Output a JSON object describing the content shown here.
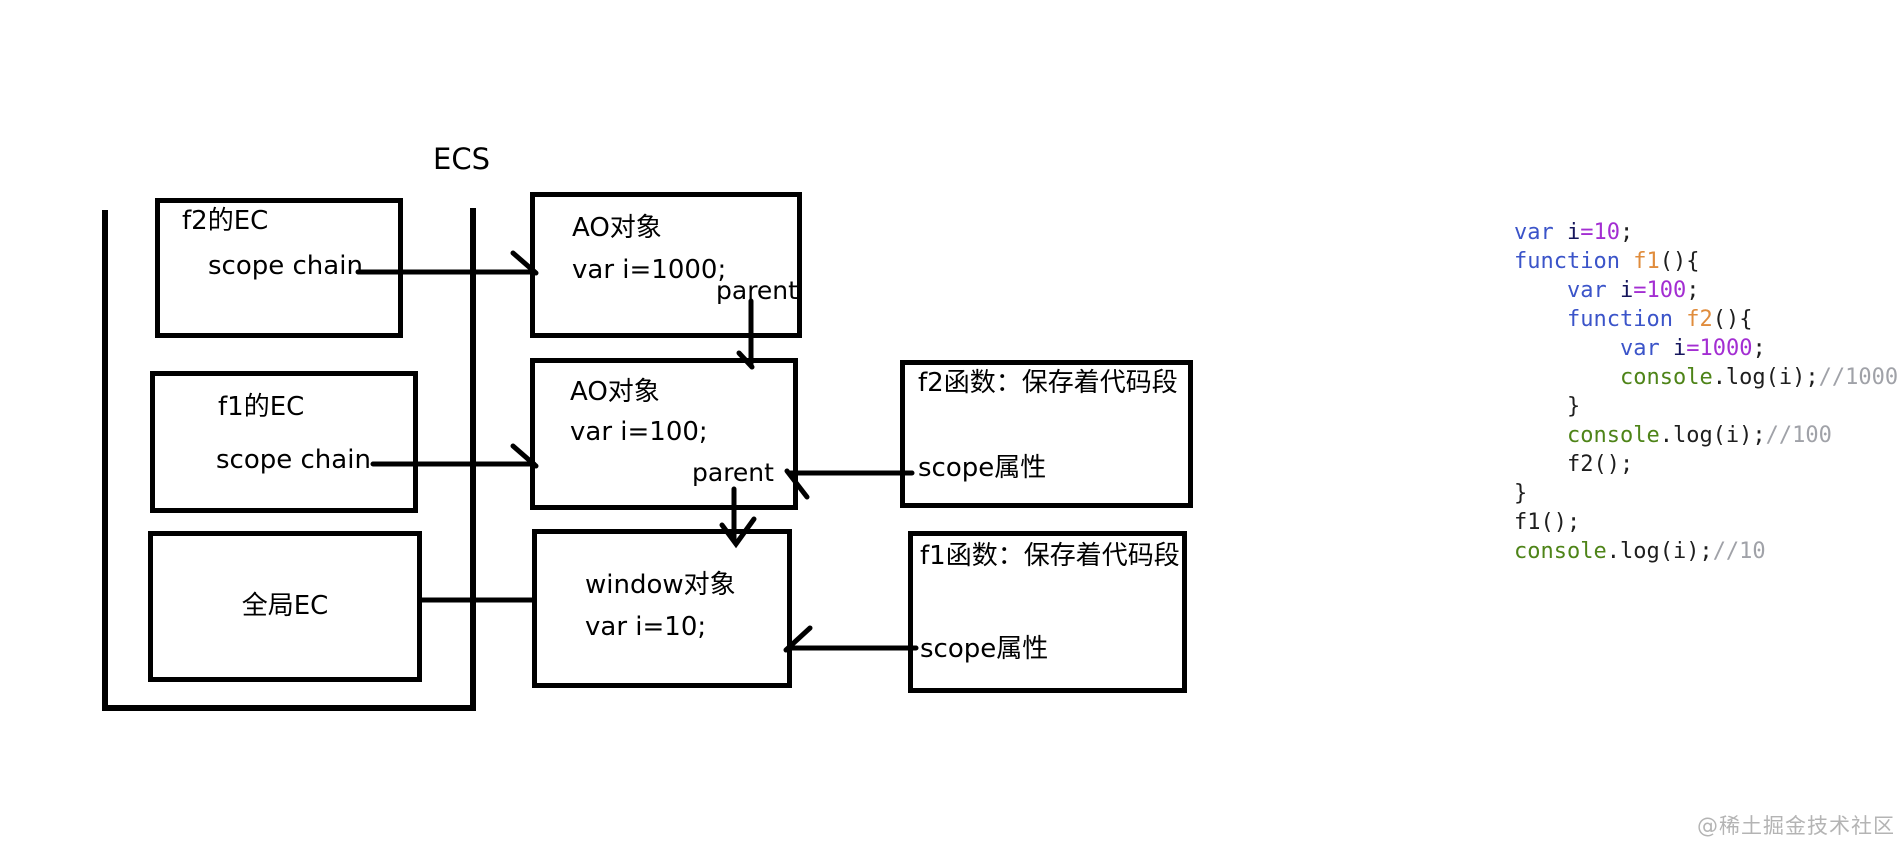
{
  "colors": {
    "keyword": "#3b54c9",
    "function_name": "#e08c3c",
    "number": "#a32ed2",
    "variable": "#16165c",
    "plain": "#1e1e1e",
    "comment": "#a0a2a8",
    "console_name": "#4e8418",
    "watermark": "#b4b4b4",
    "ink": "#000000"
  },
  "diagram": {
    "ecs_label": "ECS",
    "ec_stack": [
      {
        "title": "f2的EC",
        "sub": "scope chain"
      },
      {
        "title": "f1的EC",
        "sub": "scope chain"
      },
      {
        "title": "全局EC"
      }
    ],
    "objects": [
      {
        "title": "AO对象",
        "code": "var i=1000;",
        "parent": "parent"
      },
      {
        "title": "AO对象",
        "code": "var i=100;",
        "parent": "parent"
      },
      {
        "title": "window对象",
        "code": "var i=10;"
      }
    ],
    "functions": [
      {
        "title": "f2函数：保存着代码段",
        "sub": "scope属性"
      },
      {
        "title": "f1函数：保存着代码段",
        "sub": "scope属性"
      }
    ]
  },
  "code": {
    "lines": [
      [
        [
          "kw",
          "var"
        ],
        [
          "pl",
          " "
        ],
        [
          "vr",
          "i"
        ],
        [
          "nm",
          "=10"
        ],
        [
          "pl",
          ";"
        ]
      ],
      [
        [
          "kw",
          "function"
        ],
        [
          "pl",
          " "
        ],
        [
          "fn",
          "f1"
        ],
        [
          "pl",
          "(){"
        ]
      ],
      [
        [
          "pl",
          "    "
        ],
        [
          "kw",
          "var"
        ],
        [
          "pl",
          " "
        ],
        [
          "vr",
          "i"
        ],
        [
          "nm",
          "=100"
        ],
        [
          "pl",
          ";"
        ]
      ],
      [
        [
          "pl",
          "    "
        ],
        [
          "kw",
          "function"
        ],
        [
          "pl",
          " "
        ],
        [
          "fn",
          "f2"
        ],
        [
          "pl",
          "(){"
        ]
      ],
      [
        [
          "pl",
          "        "
        ],
        [
          "kw",
          "var"
        ],
        [
          "pl",
          " "
        ],
        [
          "vr",
          "i"
        ],
        [
          "nm",
          "=1000"
        ],
        [
          "pl",
          ";"
        ]
      ],
      [
        [
          "pl",
          "        "
        ],
        [
          "cs",
          "console"
        ],
        [
          "pl",
          ".log(i);"
        ],
        [
          "cm",
          "//1000"
        ]
      ],
      [
        [
          "pl",
          "    }"
        ]
      ],
      [
        [
          "pl",
          "    "
        ],
        [
          "cs",
          "console"
        ],
        [
          "pl",
          ".log(i);"
        ],
        [
          "cm",
          "//100"
        ]
      ],
      [
        [
          "pl",
          "    "
        ],
        [
          "pl",
          "f2();"
        ]
      ],
      [
        [
          "pl",
          "}"
        ]
      ],
      [
        [
          "pl",
          "f1();"
        ]
      ],
      [
        [
          "cs",
          "console"
        ],
        [
          "pl",
          ".log(i);"
        ],
        [
          "cm",
          "//10"
        ]
      ]
    ]
  },
  "watermark": "@稀土掘金技术社区"
}
